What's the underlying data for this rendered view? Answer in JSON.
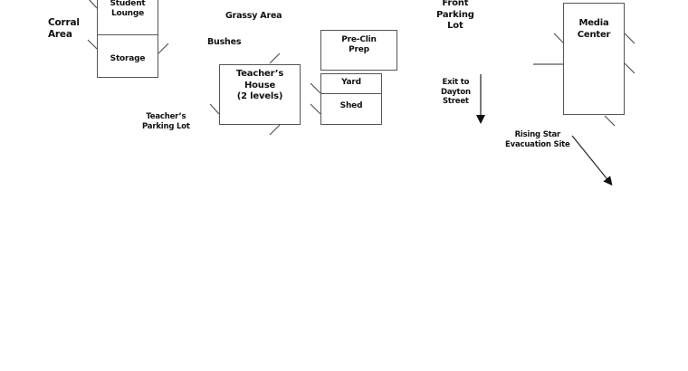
{
  "diagram": {
    "type": "campus-site-map",
    "areas": {
      "corral_area": [
        "Corral",
        "Area"
      ],
      "grassy_area": [
        "Grassy Area"
      ],
      "bushes": [
        "Bushes"
      ],
      "teachers_parking_lot": [
        "Teacher’s",
        "Parking Lot"
      ],
      "front_parking_lot": [
        "Front",
        "Parking",
        "Lot"
      ],
      "exit": [
        "Exit to",
        "Dayton",
        "Street"
      ],
      "evacuation_site": [
        "Rising Star",
        "Evacuation Site"
      ]
    },
    "buildings": {
      "student_lounge": [
        "Student",
        "Lounge"
      ],
      "storage": [
        "Storage"
      ],
      "teachers_house": [
        "Teacher’s",
        "House",
        "(2 levels)"
      ],
      "pre_clin_prep": [
        "Pre-Clin",
        "Prep"
      ],
      "yard": [
        "Yard"
      ],
      "shed": [
        "Shed"
      ],
      "media_center": [
        "Media",
        "Center"
      ]
    },
    "arrows": [
      {
        "id": "exit-arrow",
        "direction": "down",
        "target": "Exit to Dayton Street"
      },
      {
        "id": "evacuation-arrow",
        "direction": "down-right",
        "target": "Rising Star Evacuation Site"
      }
    ],
    "colors": {
      "line": "#555555",
      "text": "#111111",
      "background": "#ffffff"
    }
  }
}
